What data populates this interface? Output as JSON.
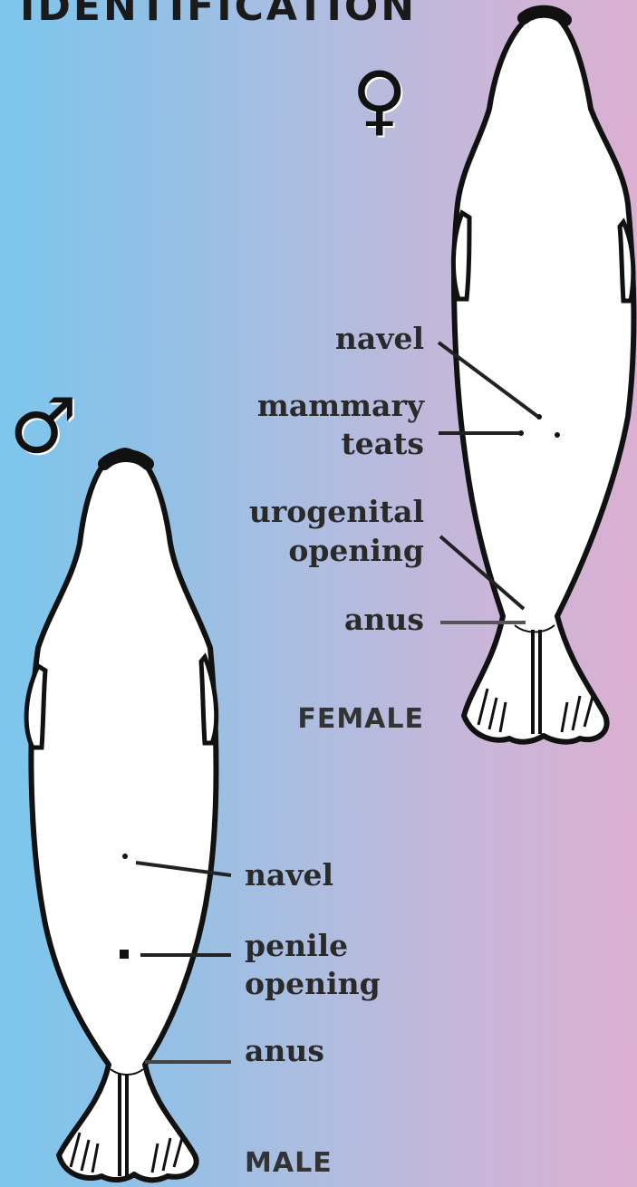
{
  "title": "IDENTIFICATION",
  "female": {
    "symbol": "♀",
    "labels": {
      "navel": "navel",
      "teats_1": "mammary",
      "teats_2": "teats",
      "urogenital_1": "urogenital",
      "urogenital_2": "opening",
      "anus": "anus",
      "caption": "FEMALE"
    }
  },
  "male": {
    "symbol": "♂",
    "labels": {
      "navel": "navel",
      "penile_1": "penile",
      "penile_2": "opening",
      "anus": "anus",
      "caption": "MALE"
    }
  }
}
